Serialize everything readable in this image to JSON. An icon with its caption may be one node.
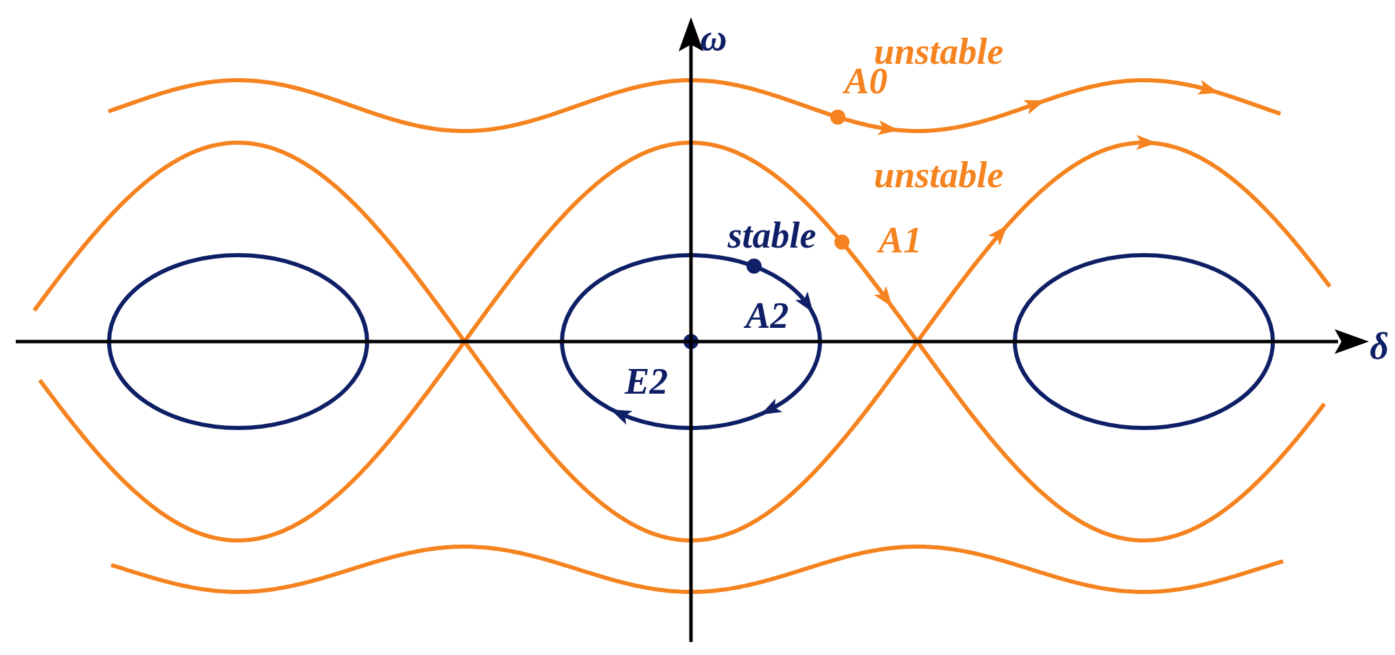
{
  "diagram": {
    "labels": [
      "ω",
      "unstable",
      "A0",
      "unstable",
      "A1",
      "stable",
      "A2",
      "E2",
      "δ"
    ]
  }
}
